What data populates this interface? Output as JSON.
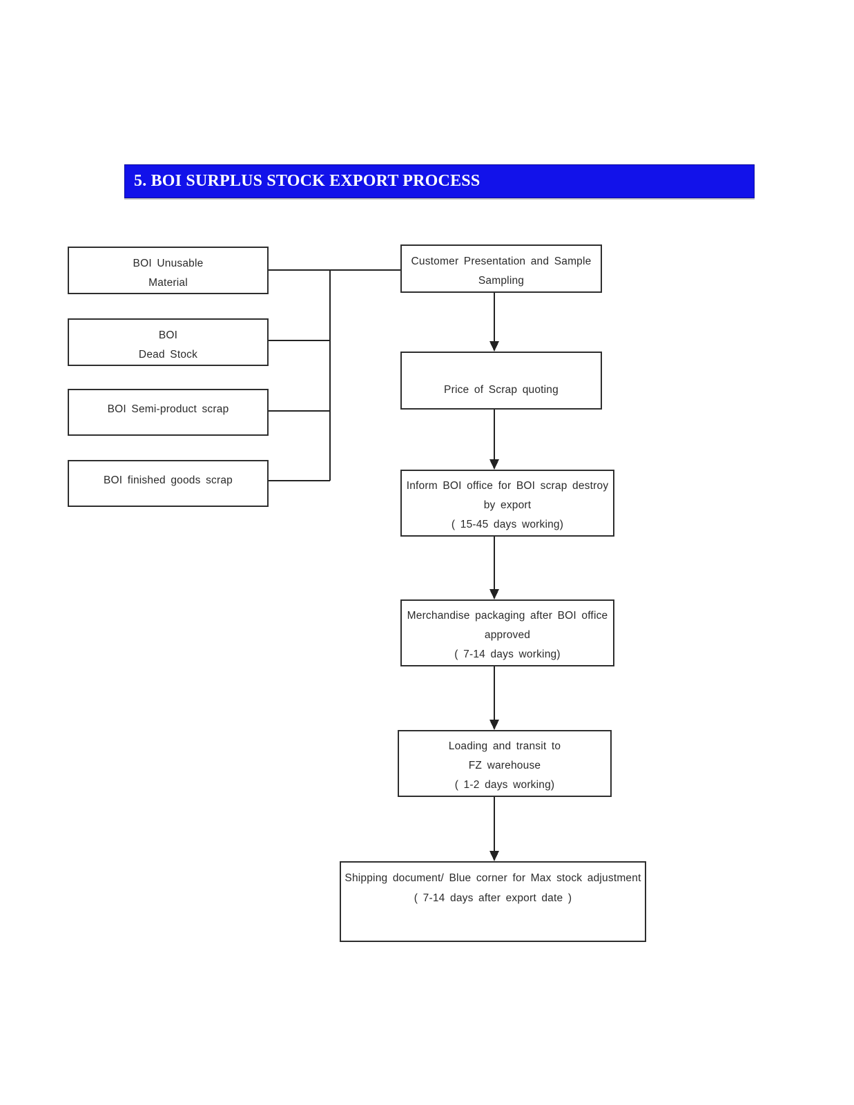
{
  "title": {
    "text": "5. BOI SURPLUS STOCK EXPORT PROCESS"
  },
  "colors": {
    "title_bg": "#1212ea",
    "title_border": "#0b0b9e",
    "title_text": "#ffffff",
    "box_border": "#2e2e2e",
    "box_text": "#2a2a2a",
    "line": "#222222",
    "page_bg": "#ffffff"
  },
  "sources": [
    {
      "name": "boi-unusable-material",
      "lines": [
        "BOI Unusable",
        "Material"
      ]
    },
    {
      "name": "boi-dead-stock",
      "lines": [
        "BOI",
        "Dead Stock"
      ]
    },
    {
      "name": "boi-semi-product-scrap",
      "lines": [
        "BOI Semi-product scrap"
      ]
    },
    {
      "name": "boi-finished-goods-scrap",
      "lines": [
        "BOI finished goods scrap"
      ]
    }
  ],
  "steps": [
    {
      "name": "customer-presentation",
      "lines": [
        "Customer Presentation and Sample",
        "Sampling"
      ]
    },
    {
      "name": "price-of-scrap-quoting",
      "lines": [
        "Price of Scrap quoting"
      ]
    },
    {
      "name": "inform-boi-office",
      "lines": [
        "Inform BOI office for BOI scrap destroy",
        "by export",
        "( 15-45 days working)"
      ]
    },
    {
      "name": "merchandise-packaging",
      "lines": [
        "Merchandise packaging after BOI office",
        "approved",
        "( 7-14 days working)"
      ]
    },
    {
      "name": "loading-and-transit",
      "lines": [
        "Loading and transit to",
        "FZ warehouse",
        "( 1-2 days working)"
      ]
    },
    {
      "name": "shipping-document",
      "lines": [
        "Shipping document/ Blue corner for Max stock adjustment",
        "( 7-14 days after export date )"
      ]
    }
  ]
}
